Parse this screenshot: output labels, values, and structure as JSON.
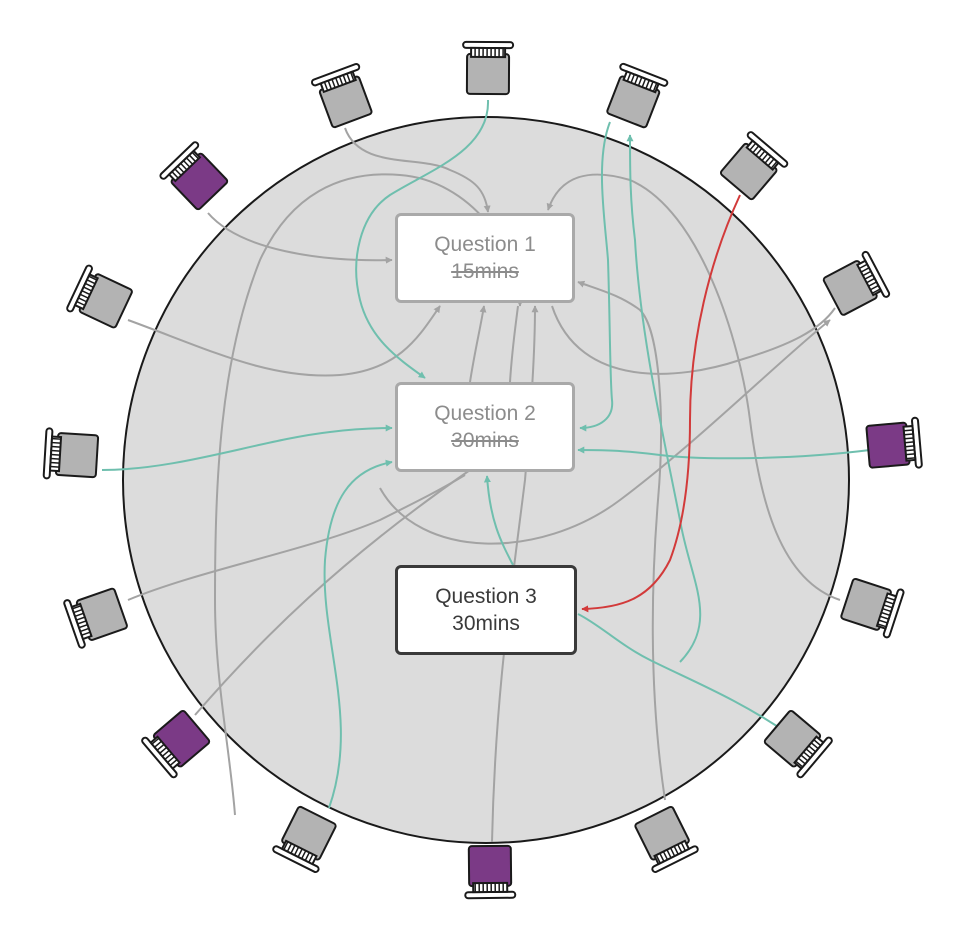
{
  "questions": [
    {
      "title": "Question 1",
      "duration": "15mins",
      "duration_struck": true,
      "state": "faded"
    },
    {
      "title": "Question 2",
      "duration": "30mins",
      "duration_struck": true,
      "state": "faded"
    },
    {
      "title": "Question 3",
      "duration": "30mins",
      "duration_struck": false,
      "state": "active"
    }
  ],
  "chairs": [
    {
      "id": "chair-1",
      "color": "gray"
    },
    {
      "id": "chair-2",
      "color": "gray"
    },
    {
      "id": "chair-3",
      "color": "gray"
    },
    {
      "id": "chair-4",
      "color": "purple"
    },
    {
      "id": "chair-5",
      "color": "gray"
    },
    {
      "id": "chair-6",
      "color": "gray"
    },
    {
      "id": "chair-7",
      "color": "gray"
    },
    {
      "id": "chair-8",
      "color": "gray"
    },
    {
      "id": "chair-9",
      "color": "purple"
    },
    {
      "id": "chair-10",
      "color": "gray"
    },
    {
      "id": "chair-11",
      "color": "gray"
    },
    {
      "id": "chair-12",
      "color": "purple"
    },
    {
      "id": "chair-13",
      "color": "gray"
    },
    {
      "id": "chair-14",
      "color": "gray"
    },
    {
      "id": "chair-15",
      "color": "gray"
    },
    {
      "id": "chair-16",
      "color": "purple"
    }
  ],
  "colors": {
    "table_fill": "#dcdcdc",
    "table_stroke": "#1a1a1a",
    "chair_gray": "#b3b3b3",
    "chair_purple": "#7b3a86",
    "arrow_gray": "#a3a3a3",
    "arrow_teal": "#6fbfae",
    "arrow_red": "#d23a3a"
  }
}
